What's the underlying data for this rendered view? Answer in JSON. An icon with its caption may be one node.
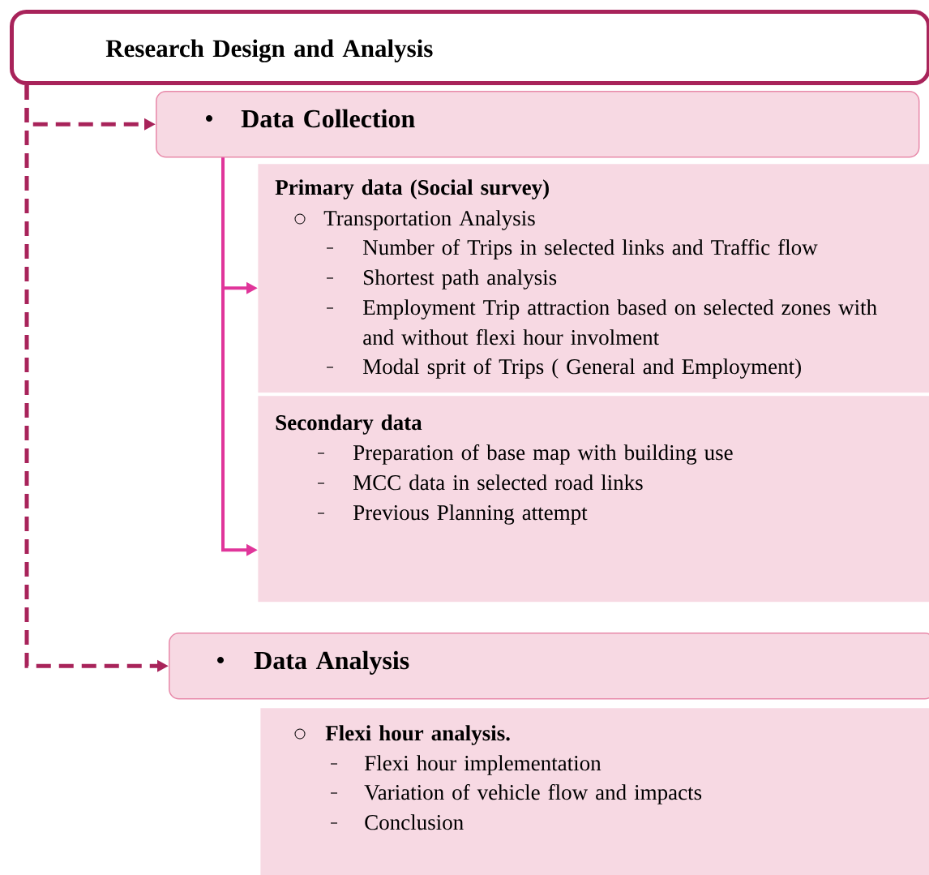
{
  "diagram": {
    "nodes": [
      {
        "text": [
          "Research Design and Analysis"
        ]
      },
      {
        "text": [
          "Data Collection"
        ]
      },
      {
        "text": [
          "Primary data (Social survey)",
          "Transportation Analysis",
          "Number of Trips in selected links and Traffic flow",
          "Shortest path analysis",
          "Employment Trip attraction based on selected zones with and without flexi hour involment",
          "Modal sprit of Trips ( General and Employment)"
        ]
      },
      {
        "text": [
          "Secondary data",
          "Preparation of base map with building use",
          "MCC data in selected road links",
          "Previous Planning attempt"
        ]
      },
      {
        "text": [
          "Data Analysis"
        ]
      },
      {
        "text": [
          "Flexi hour analysis.",
          "Flexi hour implementation",
          "Variation of vehicle flow and impacts",
          "Conclusion"
        ]
      }
    ],
    "edges": [
      {
        "from": 0,
        "to": 1,
        "arrow": "to",
        "style": "dashed",
        "color": "#a8235a"
      },
      {
        "from": 0,
        "to": 4,
        "arrow": "to",
        "style": "dashed",
        "color": "#a8235a"
      },
      {
        "from": 1,
        "to": 2,
        "arrow": "to",
        "color": "#e0359a"
      },
      {
        "from": 1,
        "to": 3,
        "arrow": "to",
        "color": "#e0359a"
      }
    ]
  }
}
